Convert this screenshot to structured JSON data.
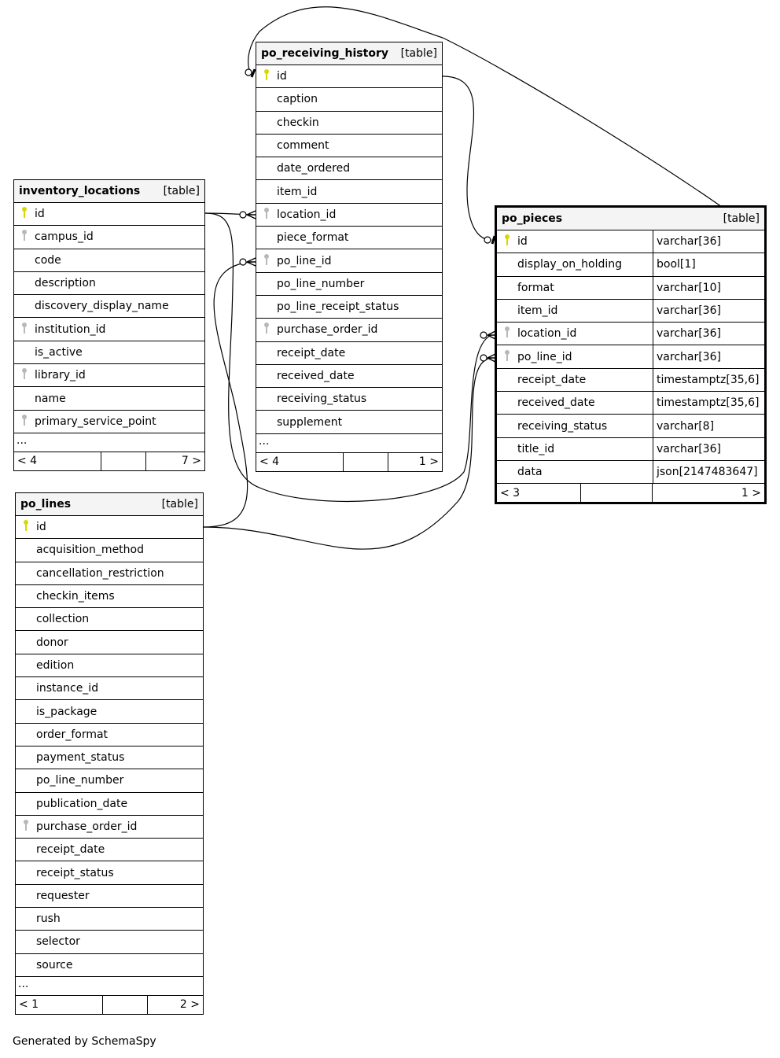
{
  "tables": [
    {
      "name": "inventory_locations",
      "kind": "[table]",
      "columns": [
        {
          "name": "id",
          "key": "pk"
        },
        {
          "name": "campus_id",
          "key": "fk"
        },
        {
          "name": "code"
        },
        {
          "name": "description"
        },
        {
          "name": "discovery_display_name"
        },
        {
          "name": "institution_id",
          "key": "fk"
        },
        {
          "name": "is_active"
        },
        {
          "name": "library_id",
          "key": "fk"
        },
        {
          "name": "name"
        },
        {
          "name": "primary_service_point",
          "key": "fk"
        }
      ],
      "more": "...",
      "footer": [
        "< 4",
        "",
        "7 >"
      ]
    },
    {
      "name": "po_receiving_history",
      "kind": "[table]",
      "columns": [
        {
          "name": "id",
          "key": "pk"
        },
        {
          "name": "caption"
        },
        {
          "name": "checkin"
        },
        {
          "name": "comment"
        },
        {
          "name": "date_ordered"
        },
        {
          "name": "item_id"
        },
        {
          "name": "location_id",
          "key": "fk"
        },
        {
          "name": "piece_format"
        },
        {
          "name": "po_line_id",
          "key": "fk"
        },
        {
          "name": "po_line_number"
        },
        {
          "name": "po_line_receipt_status"
        },
        {
          "name": "purchase_order_id",
          "key": "fk"
        },
        {
          "name": "receipt_date"
        },
        {
          "name": "received_date"
        },
        {
          "name": "receiving_status"
        },
        {
          "name": "supplement"
        }
      ],
      "more": "...",
      "footer": [
        "< 4",
        "",
        "1 >"
      ]
    },
    {
      "name": "po_pieces",
      "kind": "[table]",
      "columns": [
        {
          "name": "id",
          "key": "pk",
          "type": "varchar[36]"
        },
        {
          "name": "display_on_holding",
          "type": "bool[1]"
        },
        {
          "name": "format",
          "type": "varchar[10]"
        },
        {
          "name": "item_id",
          "type": "varchar[36]"
        },
        {
          "name": "location_id",
          "key": "fk",
          "type": "varchar[36]"
        },
        {
          "name": "po_line_id",
          "key": "fk",
          "type": "varchar[36]"
        },
        {
          "name": "receipt_date",
          "type": "timestamptz[35,6]"
        },
        {
          "name": "received_date",
          "type": "timestamptz[35,6]"
        },
        {
          "name": "receiving_status",
          "type": "varchar[8]"
        },
        {
          "name": "title_id",
          "type": "varchar[36]"
        },
        {
          "name": "data",
          "type": "json[2147483647]"
        }
      ],
      "footer": [
        "< 3",
        "",
        "1 >"
      ]
    },
    {
      "name": "po_lines",
      "kind": "[table]",
      "columns": [
        {
          "name": "id",
          "key": "pk"
        },
        {
          "name": "acquisition_method"
        },
        {
          "name": "cancellation_restriction"
        },
        {
          "name": "checkin_items"
        },
        {
          "name": "collection"
        },
        {
          "name": "donor"
        },
        {
          "name": "edition"
        },
        {
          "name": "instance_id"
        },
        {
          "name": "is_package"
        },
        {
          "name": "order_format"
        },
        {
          "name": "payment_status"
        },
        {
          "name": "po_line_number"
        },
        {
          "name": "publication_date"
        },
        {
          "name": "purchase_order_id",
          "key": "fk"
        },
        {
          "name": "receipt_date"
        },
        {
          "name": "receipt_status"
        },
        {
          "name": "requester"
        },
        {
          "name": "rush"
        },
        {
          "name": "selector"
        },
        {
          "name": "source"
        }
      ],
      "more": "...",
      "footer": [
        "< 1",
        "",
        "2 >"
      ]
    }
  ],
  "colors": {
    "pk": "#d8d800",
    "fk": "#b8b8b8",
    "header_bg": "#f4f4f4"
  },
  "generated_by": "Generated by SchemaSpy"
}
